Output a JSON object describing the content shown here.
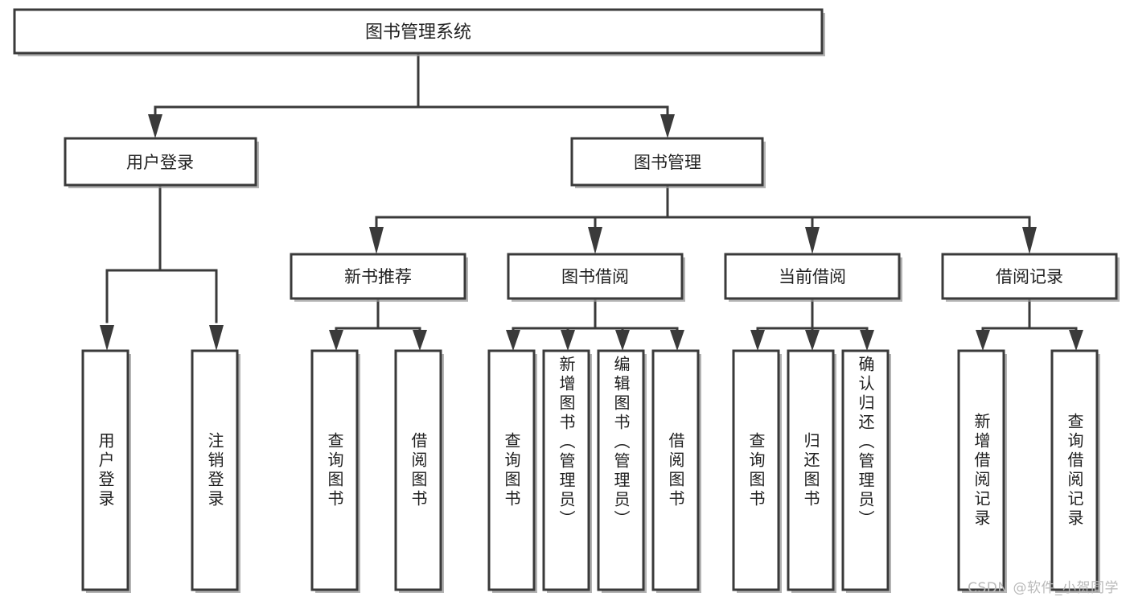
{
  "diagram": {
    "type": "tree-hierarchy-chart",
    "title": "图书管理系统",
    "watermark": "CSDN @软件_小贺同学",
    "colors": {
      "box_stroke": "#3a3a3a",
      "box_fill": "#ffffff",
      "text": "#1f1f1f",
      "background": "#ffffff",
      "watermark": "#b9b9b9"
    },
    "root": {
      "label": "图书管理系统"
    },
    "level2": [
      {
        "label": "用户登录"
      },
      {
        "label": "图书管理"
      }
    ],
    "level3": [
      {
        "label": "新书推荐"
      },
      {
        "label": "图书借阅"
      },
      {
        "label": "当前借阅"
      },
      {
        "label": "借阅记录"
      }
    ],
    "leaves": {
      "user_login": [
        {
          "label": "用户登录"
        },
        {
          "label": "注销登录"
        }
      ],
      "new_book_recommend": [
        {
          "label": "查询图书"
        },
        {
          "label": "借阅图书"
        }
      ],
      "book_borrow": [
        {
          "label": "查询图书"
        },
        {
          "label": "新增图书（管理员）"
        },
        {
          "label": "编辑图书（管理员）"
        },
        {
          "label": "借阅图书"
        }
      ],
      "current_borrow": [
        {
          "label": "查询图书"
        },
        {
          "label": "归还图书"
        },
        {
          "label": "确认归还（管理员）"
        }
      ],
      "borrow_record": [
        {
          "label": "新增借阅记录"
        },
        {
          "label": "查询借阅记录"
        }
      ]
    }
  }
}
